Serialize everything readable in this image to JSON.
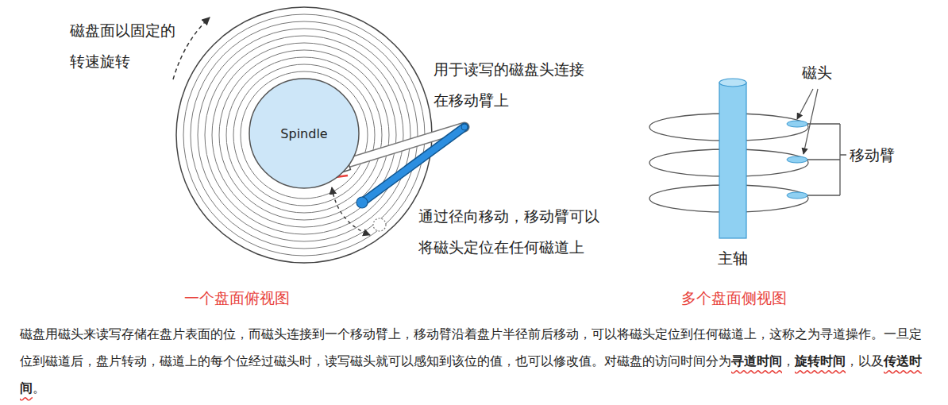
{
  "diagram": {
    "nodes": [
      {
        "text": [
          "Spindle"
        ]
      }
    ],
    "labels": [
      "磁盘面以固定的 转速旋转",
      "用于读写的磁盘头连接 在移动臂上",
      "通过径向移动，移动臂可以 将磁头定位在任何磁道上",
      "一个盘面俯视图",
      "磁头",
      "移动臂",
      "主轴",
      "多个盘面侧视图",
      "磁盘用磁头来读写存储在盘片表面的位，而磁头连接到一个移动臂上，移动臂沿着盘片半径前后移动，可以将磁头定位到任何磁道上，这称之为寻道操作。一旦定位到磁道后，盘片转动，磁道上的每个位经过磁头时，读写磁头就可以感知到该位的值，也可以修改值。对磁盘的访问时间分为",
      "寻道时间",
      "，",
      "旋转时间",
      "，以及",
      "传送时间",
      "。"
    ]
  }
}
